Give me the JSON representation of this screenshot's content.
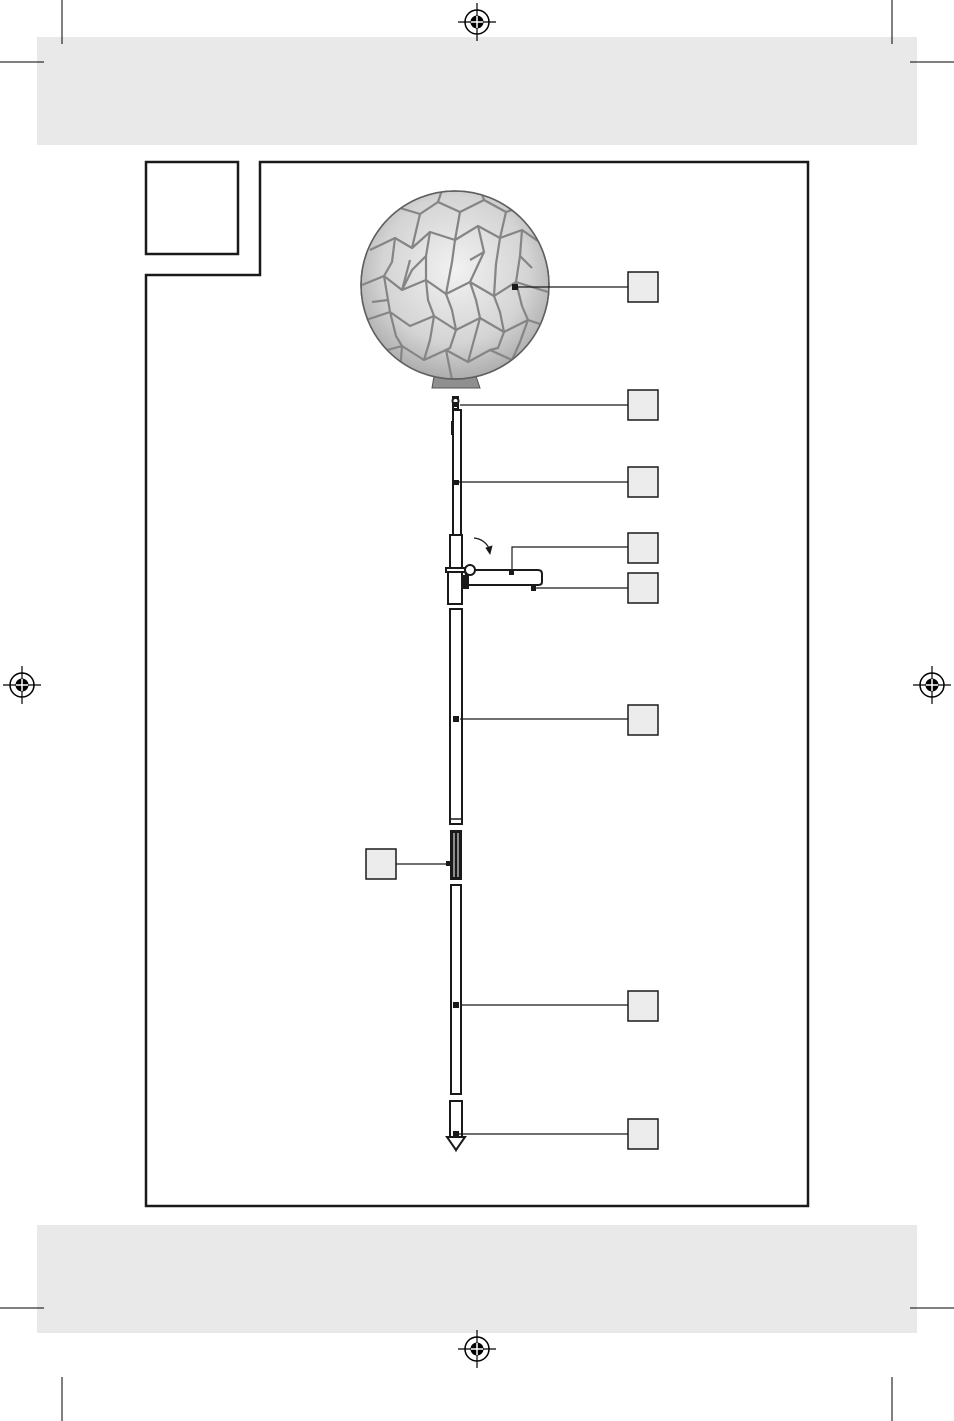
{
  "figure": {
    "figure_number": "",
    "callouts": [
      {
        "id": "globe",
        "label": ""
      },
      {
        "id": "connector-tip",
        "label": ""
      },
      {
        "id": "upper-tube",
        "label": ""
      },
      {
        "id": "solar-panel-top",
        "label": ""
      },
      {
        "id": "solar-panel-bottom",
        "label": ""
      },
      {
        "id": "middle-tube",
        "label": ""
      },
      {
        "id": "tube-coupler",
        "label": ""
      },
      {
        "id": "lower-tube",
        "label": ""
      },
      {
        "id": "ground-spike",
        "label": ""
      }
    ]
  },
  "colors": {
    "band": "#e9e9e9",
    "line": "#1a1a1a",
    "callout_box": "#ececec",
    "globe_fill": "#d2d2d2",
    "globe_base": "#8f8f8f"
  }
}
